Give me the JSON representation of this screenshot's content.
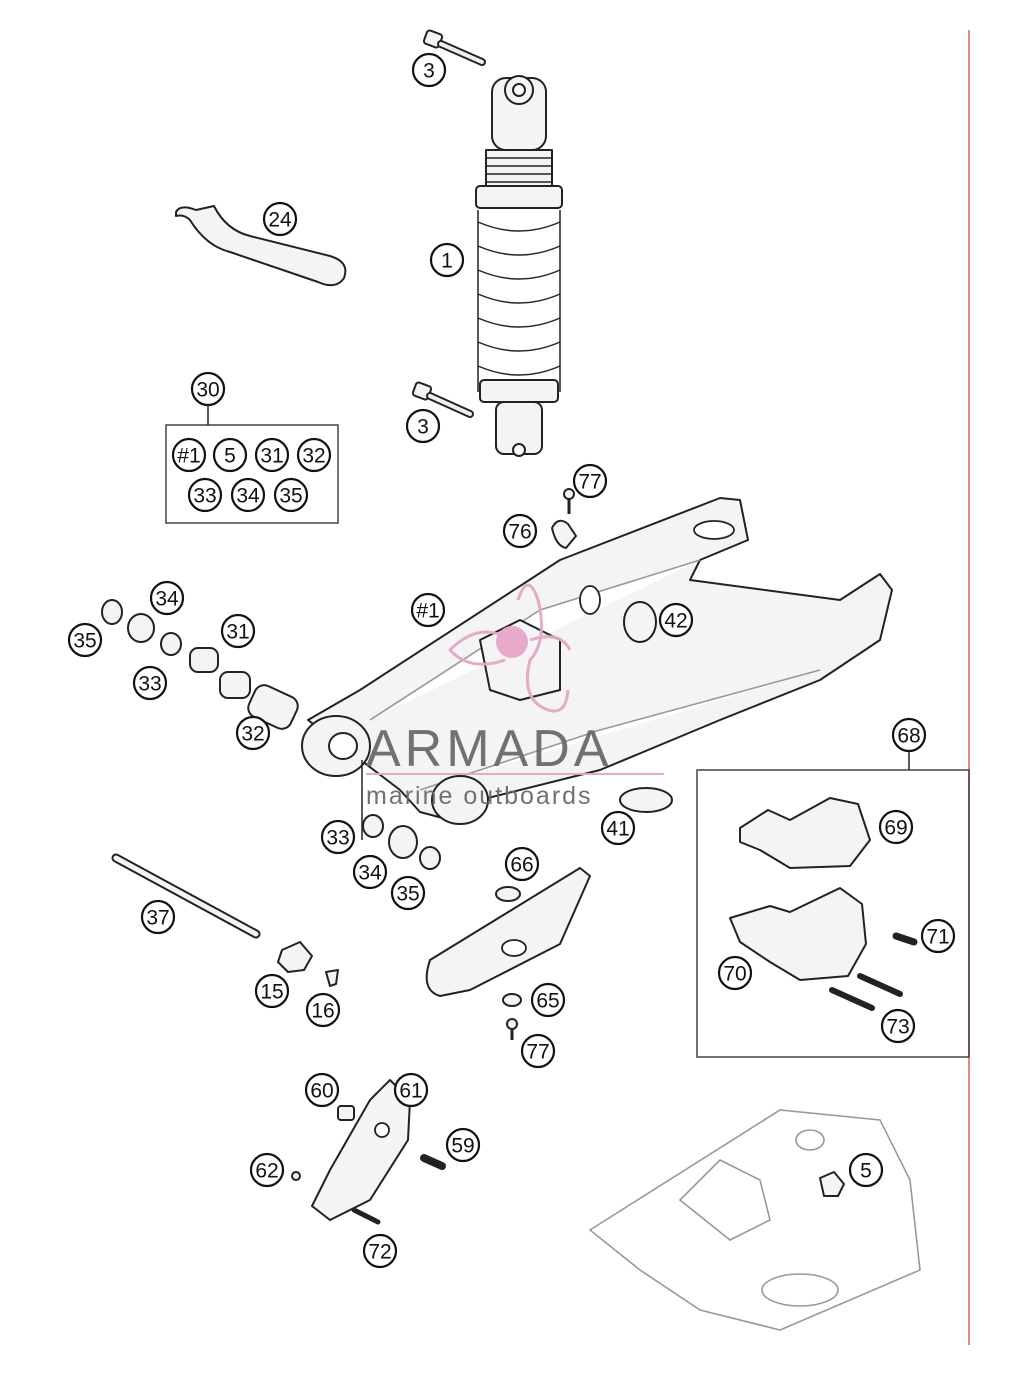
{
  "watermark": {
    "brand": "ARMADA",
    "tagline": "marine outboards",
    "accent_color": "#e6a6c7",
    "text_color": "#6b6b6b"
  },
  "callouts": [
    {
      "id": "c-3a",
      "label": "3"
    },
    {
      "id": "c-24",
      "label": "24"
    },
    {
      "id": "c-1",
      "label": "1"
    },
    {
      "id": "c-3b",
      "label": "3"
    },
    {
      "id": "c-30",
      "label": "30"
    },
    {
      "id": "c-kit-h1",
      "label": "#1"
    },
    {
      "id": "c-kit-5",
      "label": "5"
    },
    {
      "id": "c-kit-31",
      "label": "31"
    },
    {
      "id": "c-kit-32",
      "label": "32"
    },
    {
      "id": "c-kit-33",
      "label": "33"
    },
    {
      "id": "c-kit-34",
      "label": "34"
    },
    {
      "id": "c-kit-35",
      "label": "35"
    },
    {
      "id": "c-77a",
      "label": "77"
    },
    {
      "id": "c-76",
      "label": "76"
    },
    {
      "id": "c-34a",
      "label": "34"
    },
    {
      "id": "c-35a",
      "label": "35"
    },
    {
      "id": "c-31",
      "label": "31"
    },
    {
      "id": "c-33a",
      "label": "33"
    },
    {
      "id": "c-32",
      "label": "32"
    },
    {
      "id": "c-h1",
      "label": "#1"
    },
    {
      "id": "c-42",
      "label": "42"
    },
    {
      "id": "c-68",
      "label": "68"
    },
    {
      "id": "c-33b",
      "label": "33"
    },
    {
      "id": "c-34b",
      "label": "34"
    },
    {
      "id": "c-35b",
      "label": "35"
    },
    {
      "id": "c-41",
      "label": "41"
    },
    {
      "id": "c-66",
      "label": "66"
    },
    {
      "id": "c-69",
      "label": "69"
    },
    {
      "id": "c-37",
      "label": "37"
    },
    {
      "id": "c-71",
      "label": "71"
    },
    {
      "id": "c-70",
      "label": "70"
    },
    {
      "id": "c-15",
      "label": "15"
    },
    {
      "id": "c-16",
      "label": "16"
    },
    {
      "id": "c-65",
      "label": "65"
    },
    {
      "id": "c-73",
      "label": "73"
    },
    {
      "id": "c-77b",
      "label": "77"
    },
    {
      "id": "c-60",
      "label": "60"
    },
    {
      "id": "c-61",
      "label": "61"
    },
    {
      "id": "c-59",
      "label": "59"
    },
    {
      "id": "c-62",
      "label": "62"
    },
    {
      "id": "c-5",
      "label": "5"
    },
    {
      "id": "c-72",
      "label": "72"
    }
  ]
}
